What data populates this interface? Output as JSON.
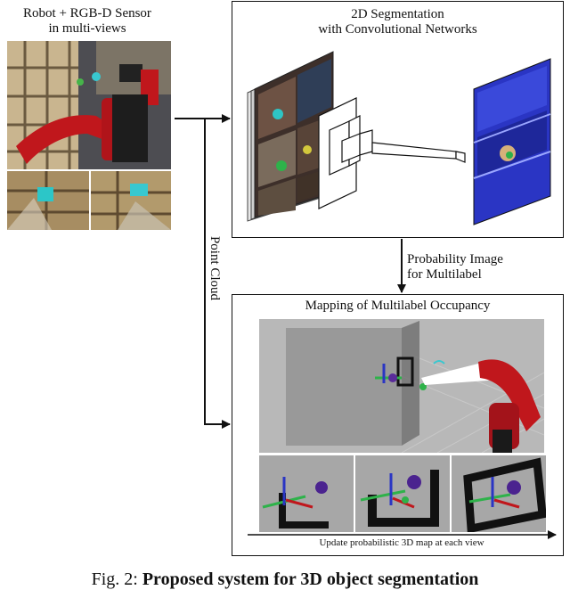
{
  "input_block": {
    "title_line1": "Robot + RGB-D Sensor",
    "title_line2": "in multi-views"
  },
  "segmentation_block": {
    "title_line1": "2D Segmentation",
    "title_line2": "with Convolutional Networks"
  },
  "arrow_labels": {
    "probability_line1": "Probability Image",
    "probability_line2": "for Multilabel",
    "point_cloud": "Point Cloud"
  },
  "mapping_block": {
    "title": "Mapping of Multilabel Occupancy",
    "timeline_caption": "Update probabilistic 3D map at each view"
  },
  "caption": {
    "prefix": "Fig. 2: ",
    "bold": "Proposed system for 3D object segmentation"
  },
  "colors": {
    "robot_red": "#c0171c",
    "segmentation_blue": "#2a35c4",
    "map_gray": "#8a8a8a",
    "voxel_black": "#111111"
  }
}
